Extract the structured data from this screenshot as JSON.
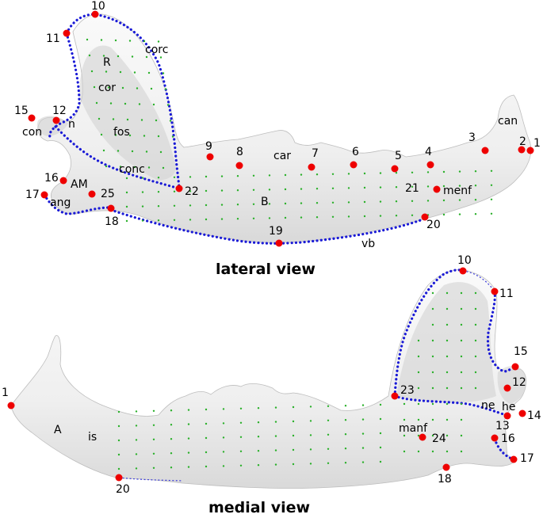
{
  "views": {
    "lateral": {
      "title": "lateral view"
    },
    "medial": {
      "title": "medial view"
    }
  },
  "colors": {
    "landmark": "#ee0000",
    "curve": "#1a1ad6",
    "semilandmark": "#2ab02a",
    "bone": "#f2f2f2"
  },
  "lateral": {
    "landmarks": [
      {
        "id": "lm-1",
        "label": "1"
      },
      {
        "id": "lm-2",
        "label": "2"
      },
      {
        "id": "lm-3",
        "label": "3"
      },
      {
        "id": "lm-4",
        "label": "4"
      },
      {
        "id": "lm-5",
        "label": "5"
      },
      {
        "id": "lm-6",
        "label": "6"
      },
      {
        "id": "lm-7",
        "label": "7"
      },
      {
        "id": "lm-8",
        "label": "8"
      },
      {
        "id": "lm-9",
        "label": "9"
      },
      {
        "id": "lm-10",
        "label": "10"
      },
      {
        "id": "lm-11",
        "label": "11"
      },
      {
        "id": "lm-12",
        "label": "12"
      },
      {
        "id": "lm-15",
        "label": "15"
      },
      {
        "id": "lm-16",
        "label": "16"
      },
      {
        "id": "lm-17",
        "label": "17"
      },
      {
        "id": "lm-18",
        "label": "18"
      },
      {
        "id": "lm-19",
        "label": "19"
      },
      {
        "id": "lm-20",
        "label": "20"
      },
      {
        "id": "lm-21",
        "label": "21"
      },
      {
        "id": "lm-22",
        "label": "22"
      },
      {
        "id": "lm-25",
        "label": "25"
      }
    ],
    "regions": [
      {
        "id": "corc",
        "label": "corc"
      },
      {
        "id": "R",
        "label": "R"
      },
      {
        "id": "cor",
        "label": "cor"
      },
      {
        "id": "n",
        "label": "n"
      },
      {
        "id": "con",
        "label": "con"
      },
      {
        "id": "fos",
        "label": "fos"
      },
      {
        "id": "conc",
        "label": "conc"
      },
      {
        "id": "AM",
        "label": "AM"
      },
      {
        "id": "ang",
        "label": "ang"
      },
      {
        "id": "car",
        "label": "car"
      },
      {
        "id": "B",
        "label": "B"
      },
      {
        "id": "menf",
        "label": "menf"
      },
      {
        "id": "vb",
        "label": "vb"
      },
      {
        "id": "can",
        "label": "can"
      }
    ]
  },
  "medial": {
    "landmarks": [
      {
        "id": "lm-1",
        "label": "1"
      },
      {
        "id": "lm-10",
        "label": "10"
      },
      {
        "id": "lm-11",
        "label": "11"
      },
      {
        "id": "lm-12",
        "label": "12"
      },
      {
        "id": "lm-13",
        "label": "13"
      },
      {
        "id": "lm-14",
        "label": "14"
      },
      {
        "id": "lm-15",
        "label": "15"
      },
      {
        "id": "lm-16",
        "label": "16"
      },
      {
        "id": "lm-17",
        "label": "17"
      },
      {
        "id": "lm-18",
        "label": "18"
      },
      {
        "id": "lm-20",
        "label": "20"
      },
      {
        "id": "lm-23",
        "label": "23"
      },
      {
        "id": "lm-24",
        "label": "24"
      }
    ],
    "regions": [
      {
        "id": "A",
        "label": "A"
      },
      {
        "id": "is",
        "label": "is"
      },
      {
        "id": "manf",
        "label": "manf"
      },
      {
        "id": "ne",
        "label": "ne"
      },
      {
        "id": "he",
        "label": "he"
      }
    ]
  }
}
